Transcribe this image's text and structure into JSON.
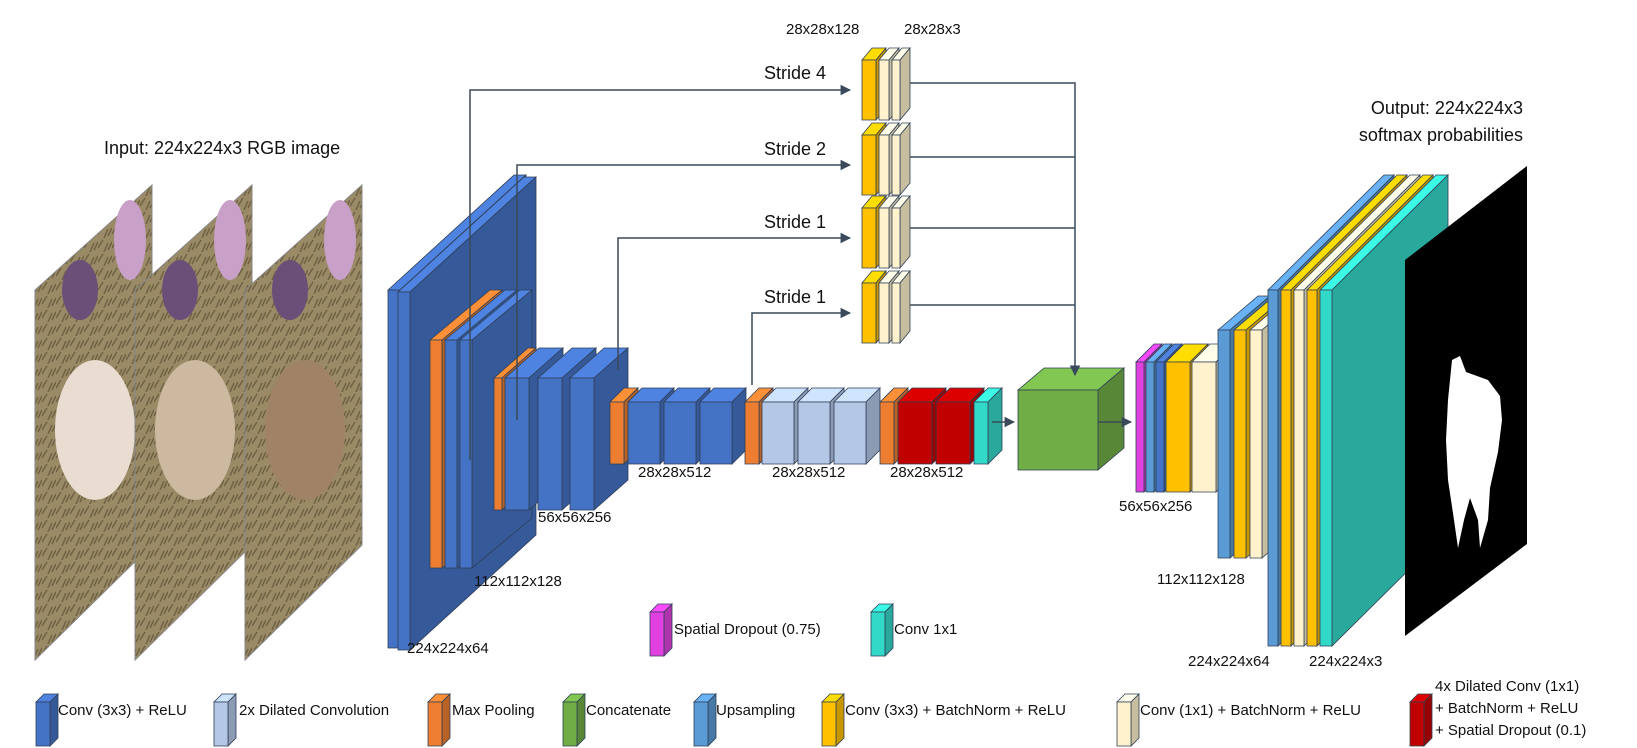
{
  "colors": {
    "conv": "#4472C4",
    "dilated": "#B4C7E7",
    "maxpool": "#ED7D31",
    "concat": "#70AD47",
    "upsampling": "#5B9BD5",
    "conv_bn": "#FFC000",
    "conv1x1_bn": "#FFF2CC",
    "dilated_dropout": "#C00000",
    "spatial_dropout": "#E040E0",
    "conv1x1": "#33D9C8"
  },
  "labels": {
    "input": "Input:  224x224x3  RGB image",
    "output_line1": "Output:  224x224x3",
    "output_line2": "softmax probabilities",
    "enc_224": "224x224x64",
    "enc_112": "112x112x128",
    "enc_56": "56x56x256",
    "enc_28a": "28x28x512",
    "enc_28b": "28x28x512",
    "enc_28c": "28x28x512",
    "branch_top_a": "28x28x128",
    "branch_top_b": "28x28x3",
    "stride_4": "Stride 4",
    "stride_2a": "Stride 2",
    "stride_1a": "Stride 1",
    "stride_1b": "Stride 1",
    "dec_56": "56x56x256",
    "dec_112": "112x112x128",
    "dec_224a": "224x224x64",
    "dec_224b": "224x224x3"
  },
  "mid_legend": {
    "spatial_dropout": "Spatial Dropout (0.75)",
    "conv1x1": "Conv 1x1"
  },
  "legend": {
    "conv": "Conv (3x3) + ReLU",
    "dilated": "2x Dilated Convolution",
    "maxpool": "Max Pooling",
    "concat": "Concatenate",
    "upsampling": "Upsampling",
    "conv_bn": "Conv (3x3) + BatchNorm + ReLU",
    "conv1x1_bn": "Conv (1x1) + BatchNorm + ReLU",
    "dilated_dropout_line1": "4x Dilated Conv (1x1)",
    "dilated_dropout_line2": "+ BatchNorm + ReLU",
    "dilated_dropout_line3": "+ Spatial Dropout (0.1)"
  }
}
